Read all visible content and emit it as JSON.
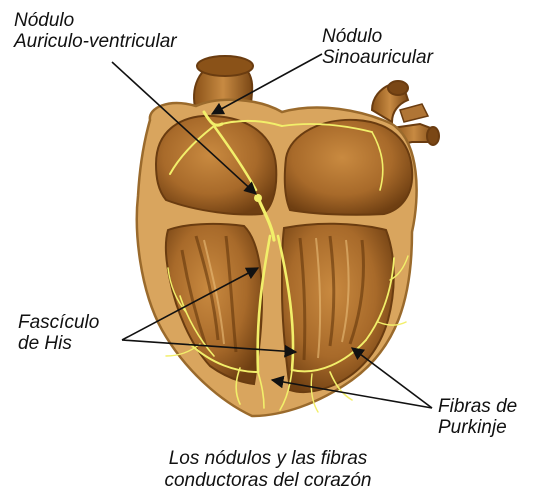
{
  "labels": {
    "av_node": [
      "Nódulo",
      "Auriculo-ventricular"
    ],
    "sa_node": [
      "Nódulo",
      "Sinoauricular"
    ],
    "his_bundle": [
      "Fascículo",
      "de His"
    ],
    "purkinje": [
      "Fibras de",
      "Purkinje"
    ]
  },
  "caption": [
    "Los nódulos y las fibras",
    "conductoras del corazón"
  ],
  "colors": {
    "background": "#ffffff",
    "heart_wall": "#d9a55e",
    "heart_outline": "#9a6a2c",
    "chamber": "#b3742e",
    "chamber_dark": "#7a4715",
    "conduction_fibers": "#f2ef6a",
    "pointer_lines": "#111111"
  }
}
